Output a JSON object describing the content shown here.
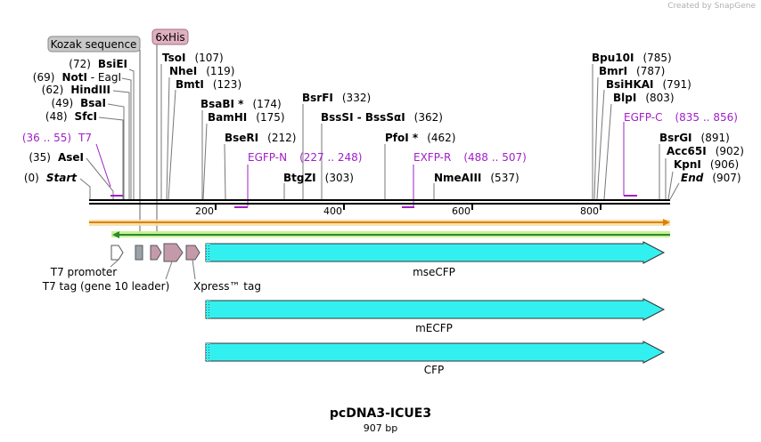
{
  "credit": "Created by  SnapGene",
  "map": {
    "name": "pcDNA3-ICUE3",
    "length": "907 bp",
    "ticks": [
      "200",
      "400",
      "600",
      "800"
    ]
  },
  "colors": {
    "site_label": "#000000",
    "primer": "#a020c8",
    "feature_fill": "#33f0f0",
    "tag_fill": "#c49aab",
    "orange_line": "#e08000",
    "green_line": "#2a8c2a",
    "callout_gray": "#c8c8c8",
    "callout_pink": "#e0b0c0"
  },
  "callouts": [
    {
      "label": "Kozak sequence",
      "color": "gray"
    },
    {
      "label": "6xHis",
      "color": "pink"
    }
  ],
  "sites": [
    {
      "pre": "(72)",
      "name": "BsiEI",
      "post": ""
    },
    {
      "pre": "(69)",
      "name": "NotI",
      "mid": " - EagI",
      "post": ""
    },
    {
      "pre": "(62)",
      "name": "HindIII",
      "post": ""
    },
    {
      "pre": "(49)",
      "name": "BsaI",
      "post": ""
    },
    {
      "pre": "(48)",
      "name": "SfcI",
      "post": ""
    },
    {
      "pre": "(35)",
      "name": "AseI",
      "post": ""
    },
    {
      "pre": "(0)",
      "name": "Start",
      "post": "",
      "italic": true
    },
    {
      "name": "TsoI",
      "post": "(107)"
    },
    {
      "name": "NheI",
      "post": "(119)"
    },
    {
      "name": "BmtI",
      "post": "(123)"
    },
    {
      "name": "BsaBI *",
      "post": "(174)"
    },
    {
      "name": "BamHI",
      "post": "(175)"
    },
    {
      "name": "BseRI",
      "post": "(212)"
    },
    {
      "name": "BsrFI",
      "post": "(332)"
    },
    {
      "name": "BssSI",
      "mid": " - BssSαI",
      "post": "(362)"
    },
    {
      "name": "PfoI *",
      "post": "(462)"
    },
    {
      "name": "BtgZI",
      "post": "(303)"
    },
    {
      "name": "NmeAIII",
      "post": "(537)"
    },
    {
      "name": "Bpu10I",
      "post": "(785)"
    },
    {
      "name": "BmrI",
      "post": "(787)"
    },
    {
      "name": "BsiHKAI",
      "post": "(791)"
    },
    {
      "name": "BlpI",
      "post": "(803)"
    },
    {
      "name": "BsrGI",
      "post": "(891)"
    },
    {
      "name": "Acc65I",
      "post": "(902)"
    },
    {
      "name": "KpnI",
      "post": "(906)"
    },
    {
      "name": "End",
      "post": "(907)",
      "italic": true
    }
  ],
  "primers": [
    {
      "range": "(36 .. 55)",
      "name": "T7"
    },
    {
      "name": "EGFP-N",
      "range": "(227 .. 248)"
    },
    {
      "name": "EXFP-R",
      "range": "(488 .. 507)"
    },
    {
      "name": "EGFP-C",
      "range": "(835 .. 856)"
    }
  ],
  "features": [
    {
      "name": "T7 promoter"
    },
    {
      "name": "T7 tag (gene 10 leader)"
    },
    {
      "name": "Xpress™ tag"
    },
    {
      "name": "mseCFP"
    },
    {
      "name": "mECFP"
    },
    {
      "name": "CFP"
    }
  ]
}
